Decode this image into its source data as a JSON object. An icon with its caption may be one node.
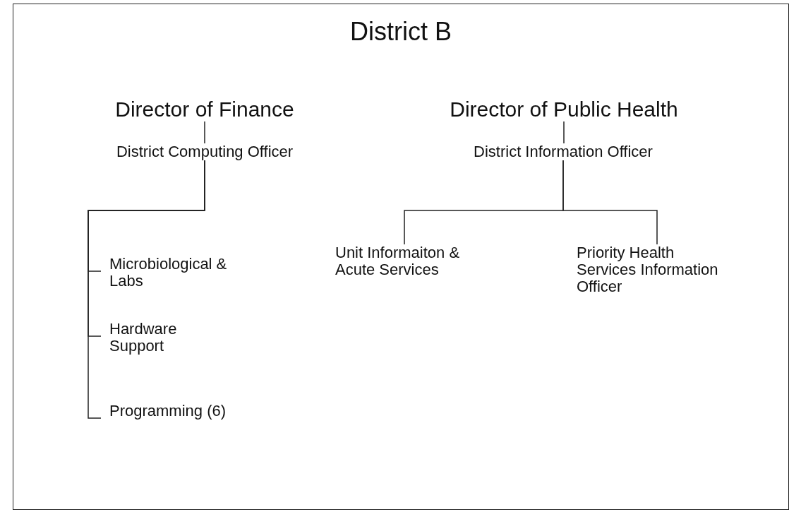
{
  "diagram": {
    "title": "District B",
    "nodes": [
      {
        "text": [
          "Director of Finance"
        ]
      },
      {
        "text": [
          "District Computing Officer"
        ]
      },
      {
        "text": [
          "Microbiological & Labs"
        ]
      },
      {
        "text": [
          "Hardware Support"
        ]
      },
      {
        "text": [
          "Programming (6)"
        ]
      },
      {
        "text": [
          "Director of Public Health"
        ]
      },
      {
        "text": [
          "District Information Officer"
        ]
      },
      {
        "text": [
          "Unit Informaiton & Acute Services"
        ]
      },
      {
        "text": [
          "Priority Health Services Information Officer"
        ]
      }
    ],
    "edges": [
      {
        "from": 0,
        "to": 1,
        "arrow": "none"
      },
      {
        "from": 1,
        "to": 2,
        "arrow": "none"
      },
      {
        "from": 1,
        "to": 3,
        "arrow": "none"
      },
      {
        "from": 1,
        "to": 4,
        "arrow": "none"
      },
      {
        "from": 5,
        "to": 6,
        "arrow": "none"
      },
      {
        "from": 6,
        "to": 7,
        "arrow": "none"
      },
      {
        "from": 6,
        "to": 8,
        "arrow": "none"
      }
    ]
  }
}
